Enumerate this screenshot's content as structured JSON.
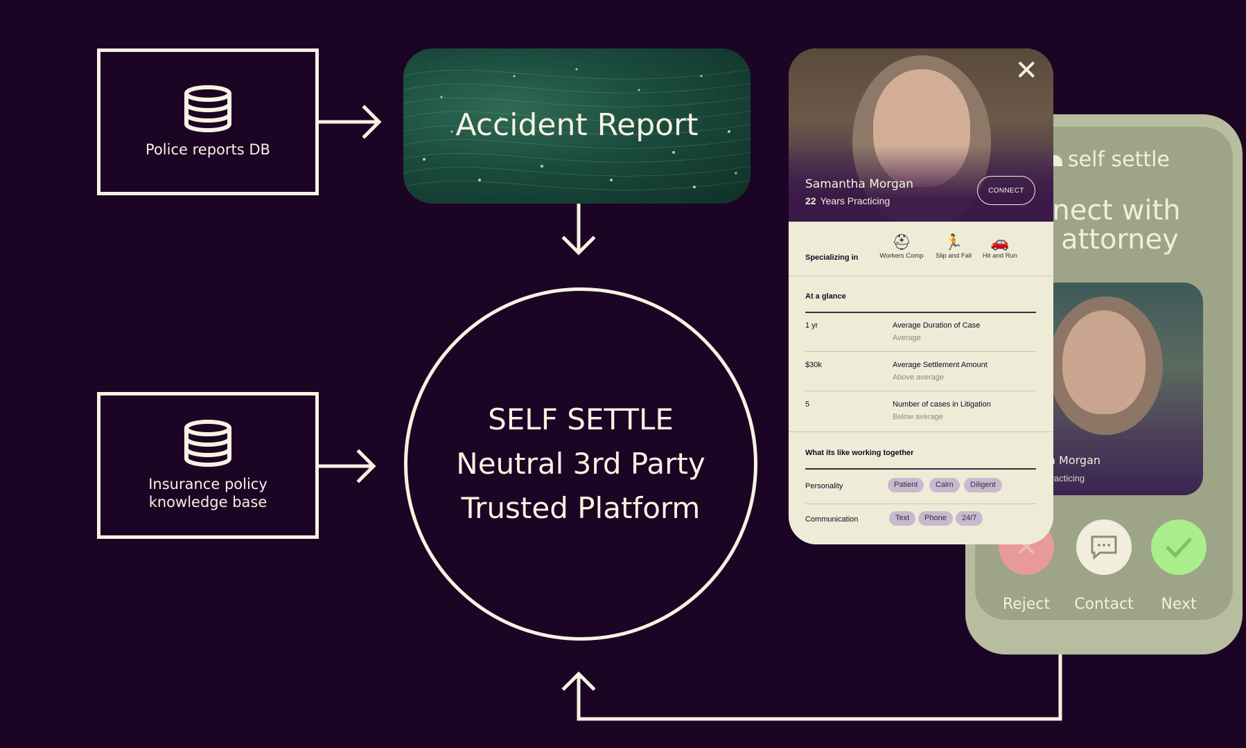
{
  "sources": [
    {
      "label": "Police reports DB"
    },
    {
      "label_lines": [
        "Insurance policy",
        "knowledge base"
      ]
    }
  ],
  "accident_report": {
    "title": "Accident Report"
  },
  "platform": {
    "lines": [
      "SELF SETTLE",
      "Neutral 3rd Party",
      "Trusted Platform"
    ]
  },
  "profile_card": {
    "name": "Samantha Morgan",
    "years_number": "22",
    "years_text": "Years Practicing",
    "connect_label": "CONNECT",
    "specializing_label": "Specializing in",
    "specialties": [
      {
        "label": "Workers Comp",
        "icon": "hardhat-icon"
      },
      {
        "label": "Slip and Fall",
        "icon": "fall-icon"
      },
      {
        "label": "Hit and Run",
        "icon": "car-crash-icon"
      }
    ],
    "at_a_glance": {
      "title": "At a glance",
      "rows": [
        {
          "value": "1 yr",
          "key": "Average Duration of Case",
          "sub": "Average"
        },
        {
          "value": "$30k",
          "key": "Average Settlement Amount",
          "sub": "Above average"
        },
        {
          "value": "5",
          "key": "Number of cases in Litigation",
          "sub": "Below average"
        }
      ]
    },
    "working_together": {
      "title": "What its like working together",
      "personality_label": "Personality",
      "personality_tags": [
        "Patient",
        "Calm",
        "Diligent"
      ],
      "communication_label": "Communication",
      "communication_tags": [
        "Text",
        "Phone",
        "24/7"
      ]
    }
  },
  "phone": {
    "logo_text": "self settle",
    "heading_lines": [
      "nnect with",
      "n attorney"
    ],
    "name_partial": "na Morgan",
    "sub_partial": "Practicing",
    "actions": [
      {
        "label": "Reject",
        "color": "#e89a9a"
      },
      {
        "label": "Contact",
        "color": "#f1eedd"
      },
      {
        "label": "Next",
        "color": "#a9ee8b"
      }
    ]
  },
  "colors": {
    "background": "#1c0425",
    "stroke": "#f7f3e1",
    "card": "#eeecd6"
  }
}
